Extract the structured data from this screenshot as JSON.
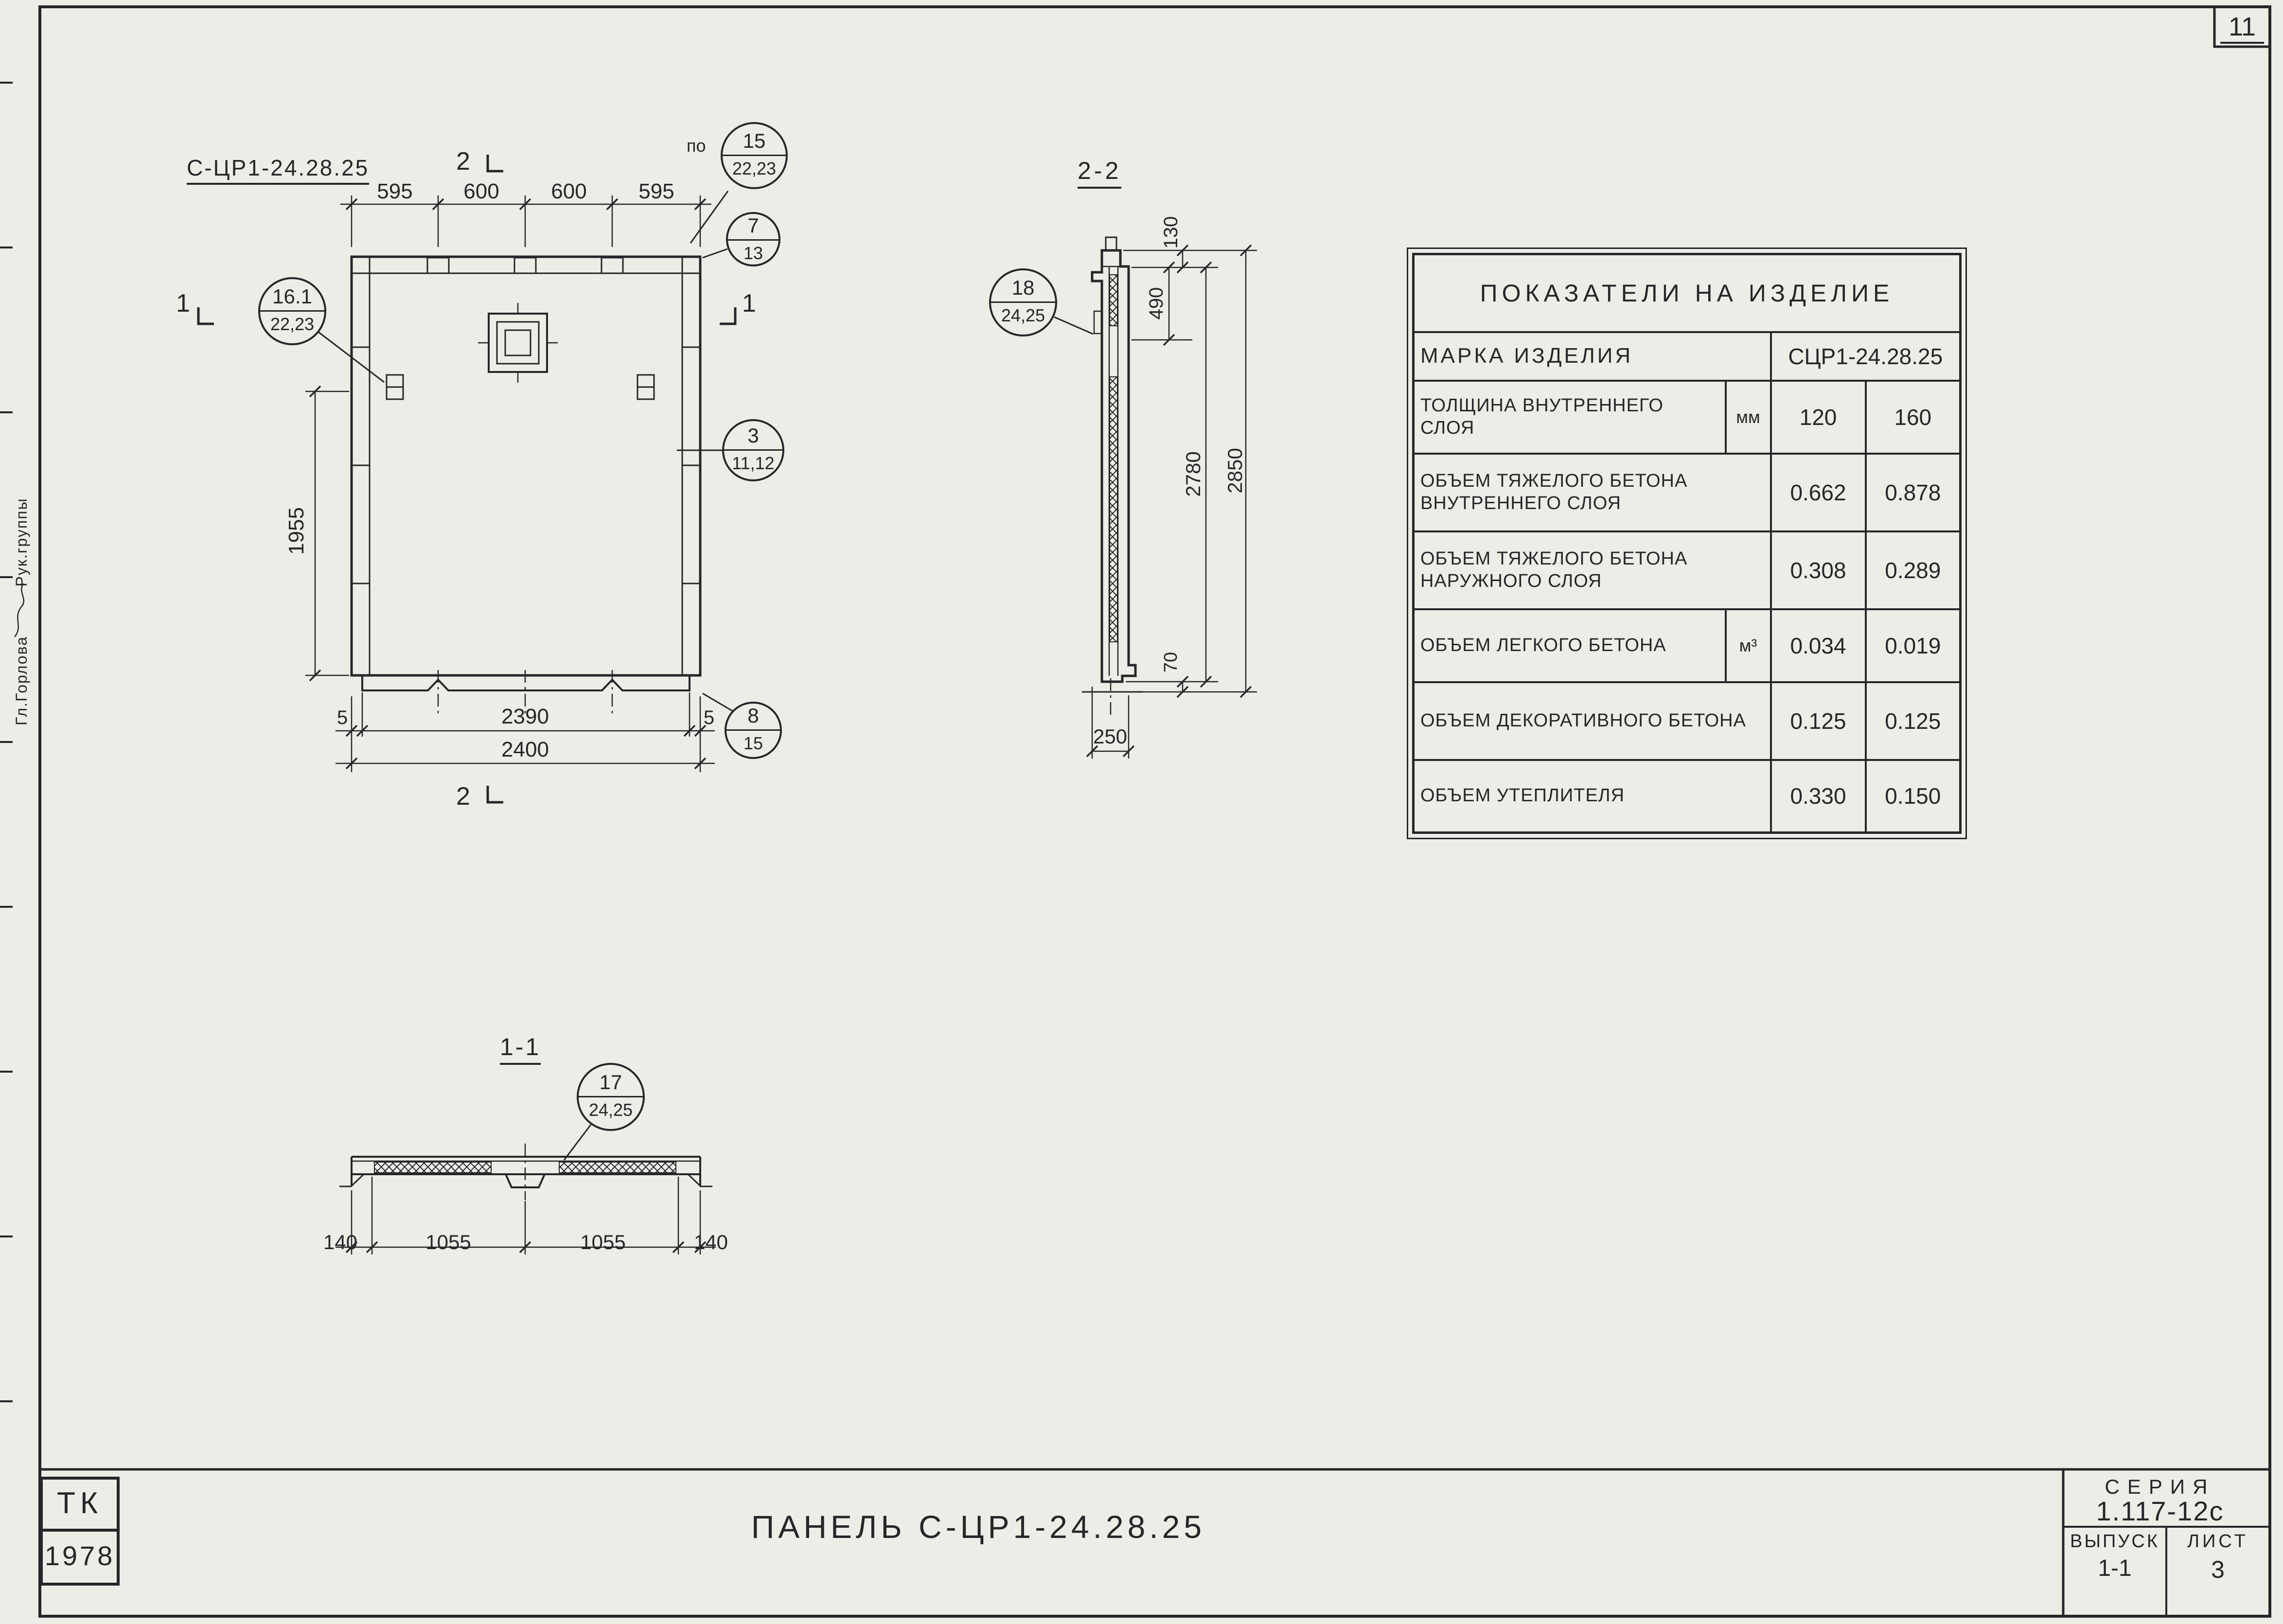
{
  "sheet": {
    "page_number": "11",
    "stamp_tk": "ТК",
    "stamp_year": "1978",
    "margin_role": "Рук.группы",
    "margin_name": "Гл.Горлова"
  },
  "plan": {
    "title": "С-ЦР1-24.28.25",
    "see_note": "по",
    "dim_top": [
      "595",
      "600",
      "600",
      "595"
    ],
    "dim_left": "1955",
    "dim_bottom": [
      "5",
      "2390",
      "5"
    ],
    "dim_bottom_total": "2400",
    "section_mark_2": "2",
    "section_mark_1": "1"
  },
  "section_2_2": {
    "title": "2-2",
    "dim_130": "130",
    "dim_490": "490",
    "dim_2780": "2780",
    "dim_2850": "2850",
    "dim_70": "70",
    "dim_250": "250"
  },
  "section_1_1": {
    "title": "1-1",
    "dims": [
      "140",
      "1055",
      "1055",
      "140"
    ]
  },
  "callouts": {
    "c15": {
      "num": "15",
      "ref": "22,23"
    },
    "c7": {
      "num": "7",
      "ref": "13"
    },
    "c16_1": {
      "num": "16.1",
      "ref": "22,23"
    },
    "c3": {
      "num": "3",
      "ref": "11,12"
    },
    "c8": {
      "num": "8",
      "ref": "15"
    },
    "c18": {
      "num": "18",
      "ref": "24,25"
    },
    "c17": {
      "num": "17",
      "ref": "24,25"
    }
  },
  "table": {
    "title": "ПОКАЗАТЕЛИ  НА  ИЗДЕЛИЕ",
    "mark_label": "МАРКА  ИЗДЕЛИЯ",
    "mark_value": "СЦР1-24.28.25",
    "rows": [
      {
        "label": "ТОЛЩИНА ВНУТРЕННЕГО СЛОЯ",
        "unit": "мм",
        "v1": "120",
        "v2": "160"
      },
      {
        "label": "ОБЪЕМ ТЯЖЕЛОГО БЕТОНА ВНУТРЕННЕГО СЛОЯ",
        "v1": "0.662",
        "v2": "0.878"
      },
      {
        "label": "ОБЪЕМ ТЯЖЕЛОГО БЕТОНА НАРУЖНОГО СЛОЯ",
        "v1": "0.308",
        "v2": "0.289"
      },
      {
        "label": "ОБЪЕМ ЛЕГКОГО БЕТОНА",
        "unit": "м³",
        "v1": "0.034",
        "v2": "0.019"
      },
      {
        "label": "ОБЪЕМ ДЕКОРАТИВНОГО БЕТОНА",
        "v1": "0.125",
        "v2": "0.125"
      },
      {
        "label": "ОБЪЕМ УТЕПЛИТЕЛЯ",
        "v1": "0.330",
        "v2": "0.150"
      }
    ]
  },
  "title_block": {
    "drawing_title": "ПАНЕЛЬ  С-ЦР1-24.28.25",
    "series_label": "СЕРИЯ",
    "series_value": "1.117-12с",
    "issue_label": "ВЫПУСК",
    "issue_value": "1-1",
    "sheet_label": "ЛИСТ",
    "sheet_value": "3"
  }
}
